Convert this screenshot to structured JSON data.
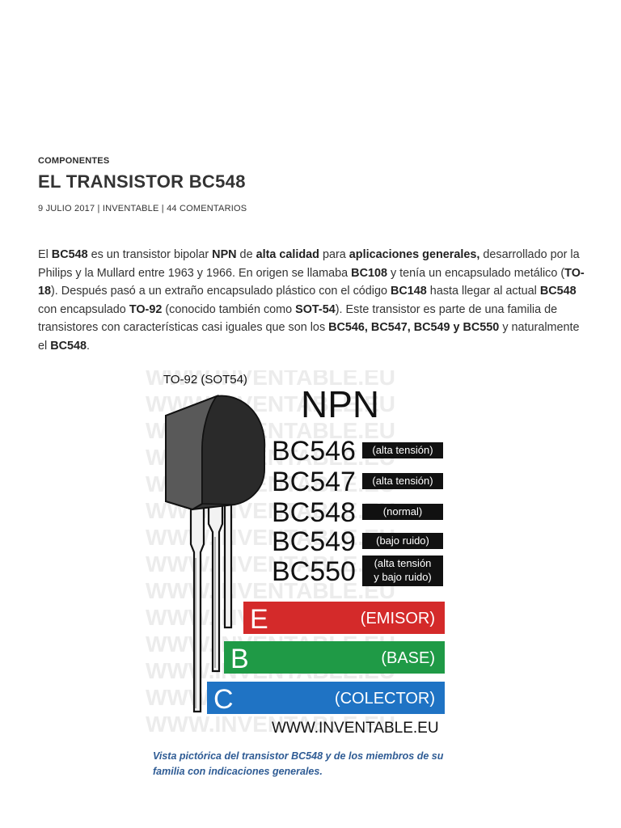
{
  "post": {
    "category": "COMPONENTES",
    "title": "EL TRANSISTOR BC548",
    "date": "9 JULIO 2017",
    "author": "INVENTABLE",
    "comments": "44 COMENTARIOS",
    "separator": " | "
  },
  "body": {
    "segments": [
      {
        "t": "El "
      },
      {
        "t": "BC548",
        "b": true
      },
      {
        "t": " es un transistor bipolar "
      },
      {
        "t": "NPN",
        "b": true
      },
      {
        "t": " de "
      },
      {
        "t": "alta calidad",
        "b": true
      },
      {
        "t": " para "
      },
      {
        "t": "aplicaciones generales,",
        "b": true
      },
      {
        "t": " desarrollado por la Philips y la Mullard entre 1963 y 1966. En origen se llamaba "
      },
      {
        "t": "BC108",
        "b": true
      },
      {
        "t": " y tenía un encapsulado metálico ("
      },
      {
        "t": "TO-18",
        "b": true
      },
      {
        "t": "). Después pasó a un extraño encapsulado plástico con el código "
      },
      {
        "t": "BC148",
        "b": true
      },
      {
        "t": " hasta llegar al actual "
      },
      {
        "t": "BC548",
        "b": true
      },
      {
        "t": " con encapsulado "
      },
      {
        "t": "TO-92",
        "b": true
      },
      {
        "t": " (conocido también como "
      },
      {
        "t": "SOT-54",
        "b": true
      },
      {
        "t": "). Este transistor es parte de una familia de transistores con características casi iguales que son los "
      },
      {
        "t": "BC546, BC547, BC549 y BC550",
        "b": true
      },
      {
        "t": " y naturalmente el "
      },
      {
        "t": "BC548",
        "b": true
      },
      {
        "t": "."
      }
    ]
  },
  "figure": {
    "package_label": "TO-92 (SOT54)",
    "type_label": "NPN",
    "watermark": "WWW.INVENTABLE.EU",
    "models": [
      {
        "name": "BC546",
        "note": [
          "(alta tensión)"
        ]
      },
      {
        "name": "BC547",
        "note": [
          "(alta tensión)"
        ]
      },
      {
        "name": "BC548",
        "note": [
          "(normal)"
        ]
      },
      {
        "name": "BC549",
        "note": [
          "(bajo ruido)"
        ]
      },
      {
        "name": "BC550",
        "note": [
          "(alta tensión",
          "y bajo ruido)"
        ]
      }
    ],
    "pins": [
      {
        "letter": "E",
        "label": "(EMISOR)",
        "color": "#d42a2a"
      },
      {
        "letter": "B",
        "label": "(BASE)",
        "color": "#1f9a46"
      },
      {
        "letter": "C",
        "label": "(COLECTOR)",
        "color": "#1f73c4"
      }
    ],
    "url": "WWW.INVENTABLE.EU"
  },
  "caption": "Vista pictórica del transistor BC548 y de los miembros de su familia con indicaciones generales."
}
